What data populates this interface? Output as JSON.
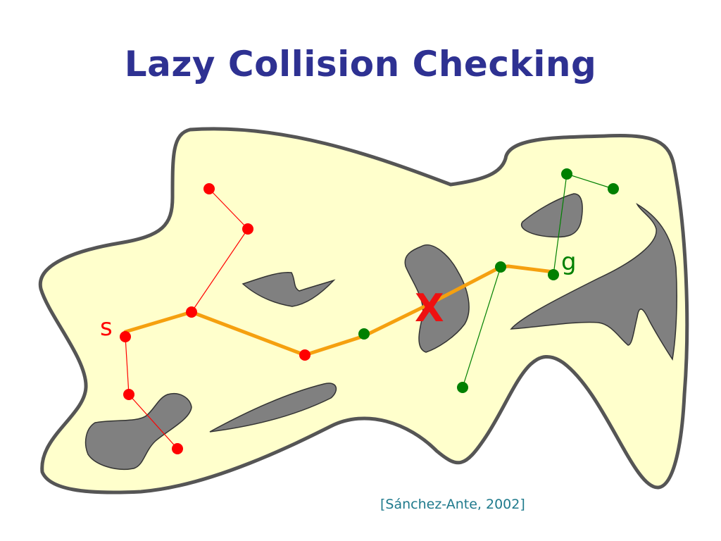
{
  "title": "Lazy Collision Checking",
  "citation": "[Sánchez-Ante, 2002]",
  "labels": {
    "start": "s",
    "goal": "g",
    "collision": "X"
  },
  "colors": {
    "title": "#2e3192",
    "free_space": "#ffffcc",
    "boundary": "#555555",
    "obstacle": "#808080",
    "start_tree": "#ff0000",
    "goal_tree": "#008000",
    "path": "#f5a00f",
    "collision_mark": "#ee1111",
    "citation": "#1f7a8c"
  }
}
